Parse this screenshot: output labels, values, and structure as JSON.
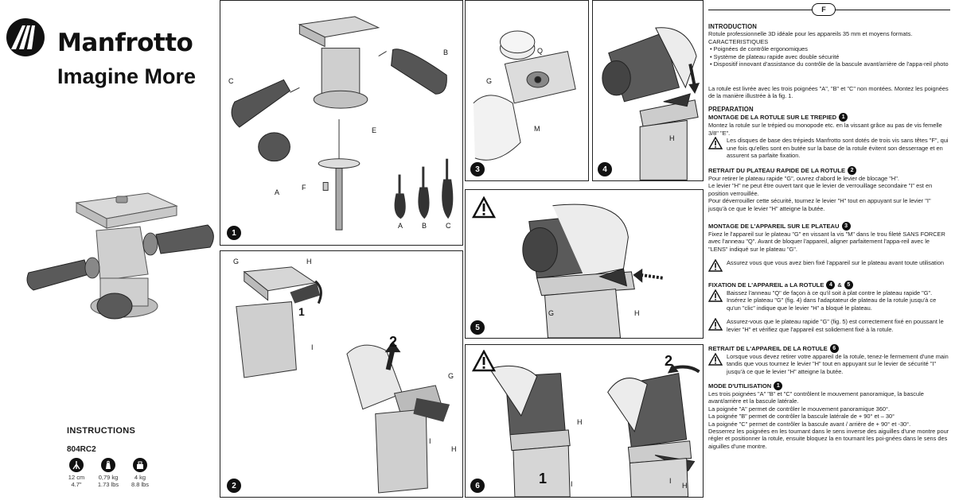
{
  "brand": {
    "name": "Manfrotto",
    "tagline": "Imagine More"
  },
  "left": {
    "instructions_title": "INSTRUCTIONS",
    "model": "804RC2",
    "specs": [
      {
        "icon": "tripod-height-icon",
        "metric": "12 cm",
        "imperial": "4.7\""
      },
      {
        "icon": "weight-icon",
        "metric": "0,79 kg",
        "imperial": "1.73 lbs"
      },
      {
        "icon": "load-capacity-icon",
        "metric": "4 kg",
        "imperial": "8.8 lbs"
      }
    ]
  },
  "figures": {
    "fig1": {
      "number": "1",
      "labels": {
        "a": "A",
        "b": "B",
        "c": "C",
        "e": "E",
        "f": "F",
        "ka": "A",
        "kb": "B",
        "kc": "C"
      }
    },
    "fig2": {
      "number": "2",
      "labels": {
        "g": "G",
        "h": "H",
        "i": "I",
        "h2": "H",
        "i2": "I",
        "g2": "G",
        "step1": "1",
        "step2": "2"
      }
    },
    "fig3": {
      "number": "3",
      "labels": {
        "g": "G",
        "q": "Q",
        "m": "M"
      }
    },
    "fig4": {
      "number": "4",
      "labels": {
        "h": "H"
      }
    },
    "fig5": {
      "number": "5",
      "labels": {
        "g": "G",
        "h": "H"
      }
    },
    "fig6": {
      "number": "6",
      "labels": {
        "h": "H",
        "i": "I",
        "h2": "H",
        "i2": "I",
        "step1": "1",
        "step2": "2"
      }
    }
  },
  "text": {
    "lang": "F",
    "intro_title": "INTRODUCTION",
    "intro_body": "Rotule professionnelle 3D idéale pour les appareils 35 mm et moyens formats.",
    "char_title": "CARACTERISTIQUES",
    "features": [
      "Poignées de contrôle ergonomiques",
      "Système de plateau rapide avec double sécurité",
      "Dispositif innovant d'assistance du contrôle de la bascule avant/arrière de l'appa-reil photo"
    ],
    "delivery": "La rotule est livrée avec les trois poignées \"A\", \"B\" et \"C\" non montées. Montez les poignées de la manière illustrée à la fig. 1.",
    "prep_title": "PREPARATION",
    "s1_title": "MONTAGE DE LA ROTULE SUR LE TREPIED",
    "s1_num": "1",
    "s1_body": "Montez la rotule sur le trépied ou monopode etc. en la vissant grâce au pas de vis femelle 3/8\" \"E\".",
    "s1_warn": "Les disques de base des trépieds Manfrotto sont dotés de trois vis sans têtes \"F\", qui une fois qu'elles sont en butée sur la base de la rotule évitent son desserrage et en assurent sa parfaite fixation.",
    "s2_title": "RETRAIT DU PLATEAU RAPIDE DE LA ROTULE",
    "s2_num": "2",
    "s2_body1": "Pour retirer le plateau rapide \"G\", ouvrez d'abord le levier de blocage \"H\".",
    "s2_body2": "Le levier \"H\" ne peut être ouvert tant que le levier de verrouillage secondaire \"I\" est en position verrouillée.",
    "s2_body3": "Pour déverrouiller cette sécurité, tournez le levier \"H\" tout en appuyant sur le levier \"I\" jusqu'à ce que le levier \"H\" atteigne la butée.",
    "s3_title": "MONTAGE DE L'APPAREIL SUR LE PLATEAU",
    "s3_num": "3",
    "s3_body": "Fixez le l'appareil sur le plateau \"G\" en vissant la vis \"M\" dans le trou fileté SANS FORCER avec l'anneau \"Q\". Avant de bloquer l'appareil, aligner parfaitement l'appa-reil avec le \"LENS\" indiqué sur le plateau \"G\".",
    "s3_warn": "Assurez vous que vous avez bien fixé l'appareil sur le plateau avant toute utilisation",
    "s4_title": "FIXATION DE L'APPAREIL a LA ROTULE",
    "s4_num_a": "4",
    "s4_amp": "&",
    "s4_num_b": "5",
    "s4_warn1": "Baissez l'anneau \"Q\" de façon à ce qu'il soit à plat contre le plateau rapide \"G\". Insérez le plateau \"G\" (fig. 4) dans l'adaptateur de plateau de la rotule jusqu'à ce qu'un \"clic\" indique que le levier \"H\" a bloqué le plateau.",
    "s4_warn2": "Assurez-vous que le plateau rapide \"G\" (fig. 5) est correctement fixé en poussant le levier \"H\" et vérifiez que l'appareil est solidement fixé à la rotule.",
    "s5_title": "RETRAIT DE L'APPAREIL DE LA ROTULE",
    "s5_num": "6",
    "s5_warn": "Lorsque vous devez retirer votre appareil de la rotule, tenez-le fermement d'une main tandis que vous tournez le levier \"H\" tout en appuyant sur le levier de sécurité \"I\" jusqu'à ce que le levier \"H\" atteigne la butée.",
    "s6_title": "MODE D'UTILISATION",
    "s6_num": "1",
    "s6_body1": "Les trois poignées \"A\" \"B\" et \"C\" contrôlent le mouvement panoramique, la bascule avant/arrière et la bascule latérale.",
    "s6_body2": "La poignée \"A\" permet de contrôler le mouvement panoramique 360°.",
    "s6_body3": "La poignée \"B\" permet de contrôler la bascule latérale de + 90° et – 30°",
    "s6_body4": "La poignée \"C\" permet de contrôler la bascule avant / arrière de + 90° et -30°.",
    "s6_body5": "Desserrez les poignées en les tournant dans le sens inverse des aiguilles d'une montre pour régler et positionner la rotule, ensuite bloquez la en tournant les poi-gnées dans le sens des aiguilles d'une montre."
  }
}
